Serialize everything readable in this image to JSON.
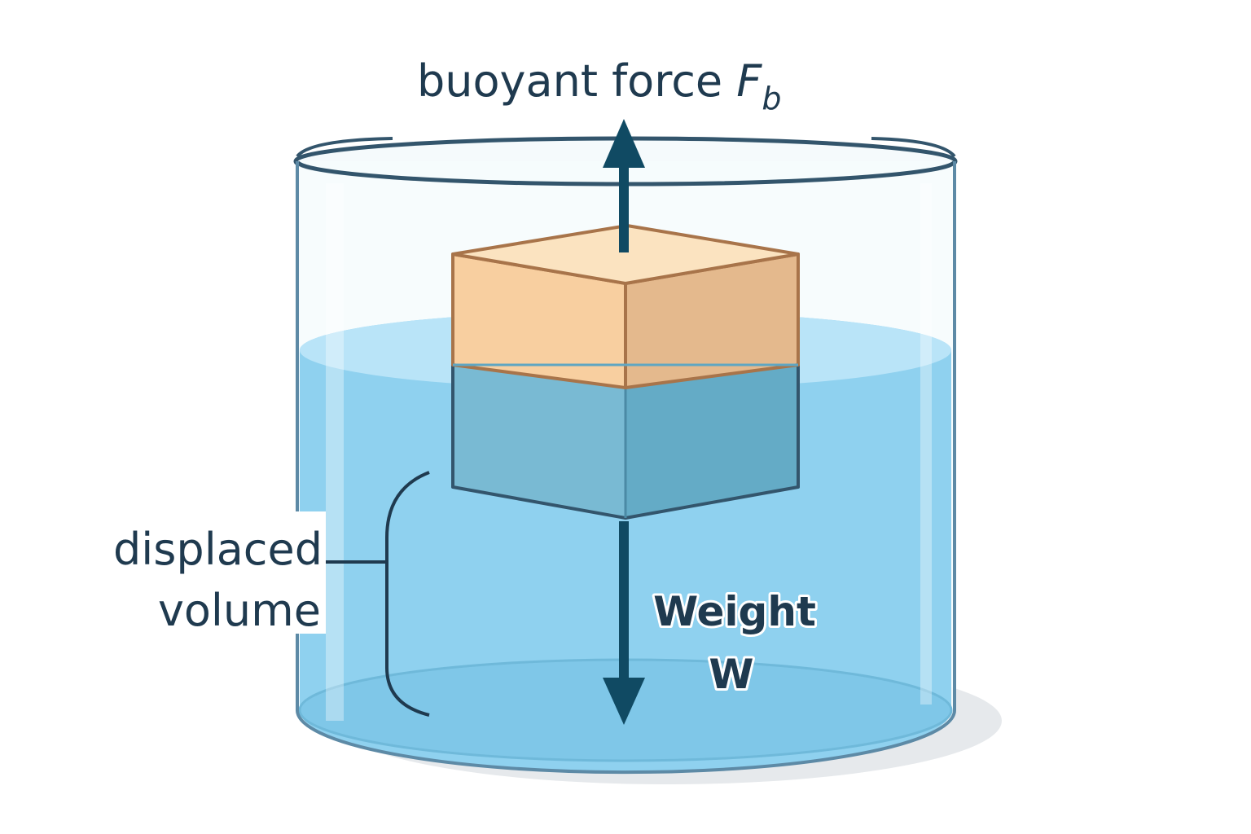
{
  "labels": {
    "buoyant_force": "buoyant force ",
    "buoyant_symbol": "F",
    "buoyant_subscript": "b",
    "displaced_line1": "displaced",
    "displaced_line2": "volume",
    "weight_line1": "Weight",
    "weight_line2": "W"
  },
  "colors": {
    "outline": "#33556c",
    "water": "#8fd1ef",
    "water_surface": "#b9e4f8",
    "block_top": "#fbe3c0",
    "block_front": "#f8cfa0",
    "block_side": "#e4b98d",
    "block_edge": "#a8744a",
    "arrow": "#104a63",
    "text": "#1f3a4f"
  }
}
